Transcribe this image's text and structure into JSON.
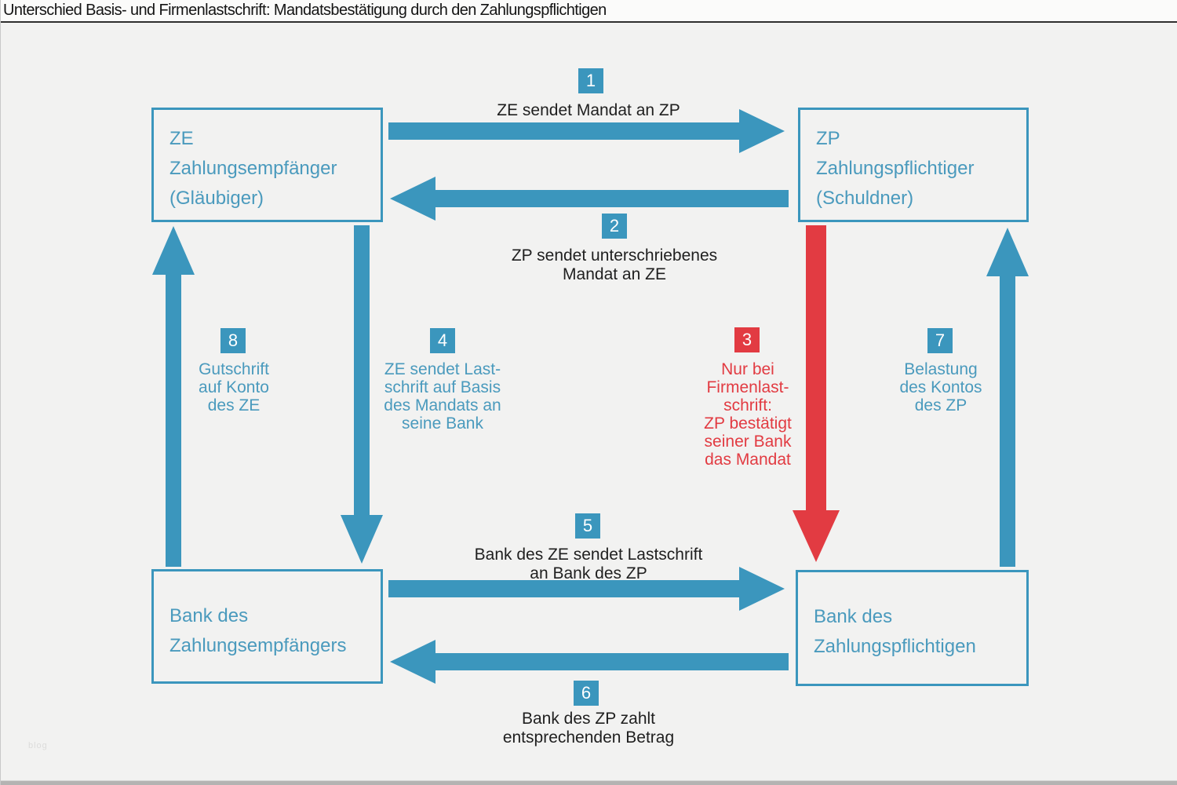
{
  "header": {
    "title": "Unterschied Basis- und Firmenlastschrift: Mandatsbestätigung durch den Zahlungspflichtigen"
  },
  "colors": {
    "blue": "#3b96bd",
    "red": "#e23b42",
    "text_blue": "#4a9abd",
    "text_dark": "#1f1f1f",
    "background": "#f2f2f1"
  },
  "boxes": {
    "ze": {
      "lines": [
        "ZE",
        "Zahlungsempfänger",
        "(Gläubiger)"
      ]
    },
    "zp": {
      "lines": [
        "ZP",
        "Zahlungspflichtiger",
        "(Schuldner)"
      ]
    },
    "bank_ze": {
      "lines": [
        "Bank des",
        "Zahlungsempfängers"
      ]
    },
    "bank_zp": {
      "lines": [
        "Bank des",
        "Zahlungspflichtigen"
      ]
    }
  },
  "steps": [
    {
      "number": "1",
      "lines": [
        "ZE sendet Mandat an ZP"
      ]
    },
    {
      "number": "2",
      "lines": [
        "ZP sendet unterschriebenes",
        "Mandat an ZE"
      ]
    },
    {
      "number": "3",
      "lines": [
        "Nur bei",
        "Firmenlast-",
        "schrift:",
        "ZP bestätigt",
        "seiner Bank",
        "das Mandat"
      ]
    },
    {
      "number": "4",
      "lines": [
        "ZE sendet Last-",
        "schrift auf Basis",
        "des Mandats an",
        "seine Bank"
      ]
    },
    {
      "number": "5",
      "lines": [
        "Bank des ZE sendet Lastschrift",
        "an Bank des ZP"
      ]
    },
    {
      "number": "6",
      "lines": [
        "Bank des ZP zahlt",
        "entsprechenden Betrag"
      ]
    },
    {
      "number": "7",
      "lines": [
        "Belastung",
        "des Kontos",
        "des ZP"
      ]
    },
    {
      "number": "8",
      "lines": [
        "Gutschrift",
        "auf Konto",
        "des ZE"
      ]
    }
  ],
  "watermark": "blog"
}
